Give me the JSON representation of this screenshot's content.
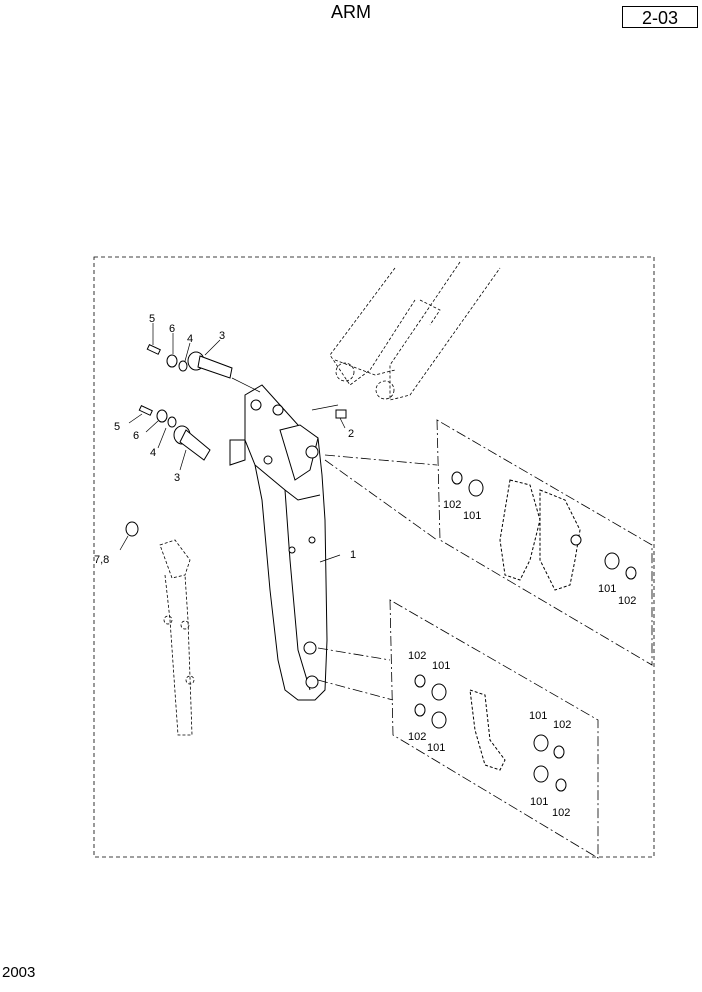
{
  "header": {
    "title": "ARM",
    "page_number": "2-03"
  },
  "footer": {
    "year": "2003"
  },
  "callouts": {
    "c1": "1",
    "c2": "2",
    "c3a": "3",
    "c3b": "3",
    "c4a": "4",
    "c4b": "4",
    "c5a": "5",
    "c5b": "5",
    "c6a": "6",
    "c6b": "6",
    "c78": "7,8",
    "c101a": "101",
    "c102a": "102",
    "c101b": "101",
    "c102b": "102",
    "c101c": "101",
    "c102c": "102",
    "c101d": "101",
    "c102d": "102",
    "c101e": "101",
    "c102e": "102",
    "c101f": "101",
    "c102f": "102"
  }
}
